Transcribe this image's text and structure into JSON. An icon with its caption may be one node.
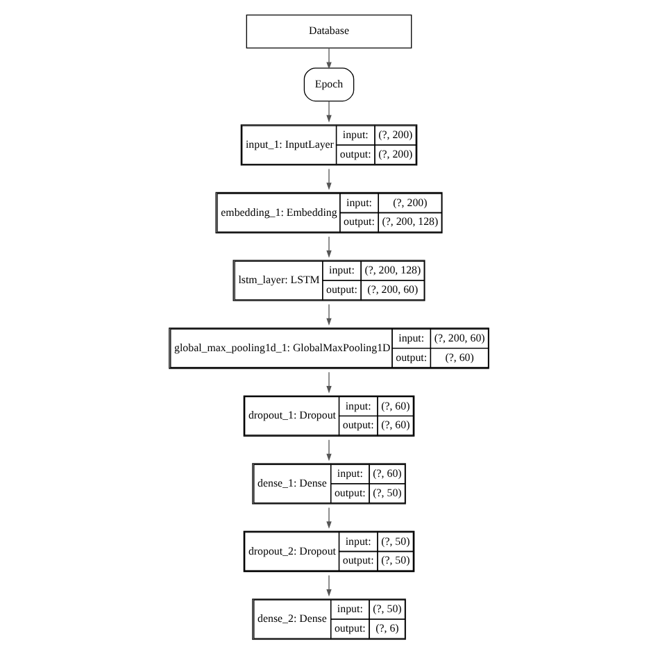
{
  "diagram": {
    "nodes": [
      {
        "text": [
          "Database"
        ]
      },
      {
        "text": [
          "Epoch"
        ]
      },
      {
        "text": [
          "input_1: InputLayer",
          "input:",
          "(?, 200)",
          "output:",
          "(?, 200)"
        ]
      },
      {
        "text": [
          "embedding_1: Embedding",
          "input:",
          "(?, 200)",
          "output:",
          "(?, 200, 128)"
        ]
      },
      {
        "text": [
          "lstm_layer: LSTM",
          "input:",
          "(?, 200, 128)",
          "output:",
          "(?, 200, 60)"
        ]
      },
      {
        "text": [
          "global_max_pooling1d_1: GlobalMaxPooling1D",
          "input:",
          "(?, 200, 60)",
          "output:",
          "(?, 60)"
        ]
      },
      {
        "text": [
          "dropout_1: Dropout",
          "input:",
          "(?, 60)",
          "output:",
          "(?, 60)"
        ]
      },
      {
        "text": [
          "dense_1: Dense",
          "input:",
          "(?, 60)",
          "output:",
          "(?, 50)"
        ]
      },
      {
        "text": [
          "dropout_2: Dropout",
          "input:",
          "(?, 50)",
          "output:",
          "(?, 50)"
        ]
      },
      {
        "text": [
          "dense_2: Dense",
          "input:",
          "(?, 50)",
          "output:",
          "(?, 6)"
        ]
      }
    ],
    "edges": [
      {
        "from": 0,
        "to": 1,
        "arrow": "to"
      },
      {
        "from": 1,
        "to": 2,
        "arrow": "to"
      },
      {
        "from": 2,
        "to": 3,
        "arrow": "to"
      },
      {
        "from": 3,
        "to": 4,
        "arrow": "to"
      },
      {
        "from": 4,
        "to": 5,
        "arrow": "to"
      },
      {
        "from": 5,
        "to": 6,
        "arrow": "to"
      },
      {
        "from": 6,
        "to": 7,
        "arrow": "to"
      },
      {
        "from": 7,
        "to": 8,
        "arrow": "to"
      },
      {
        "from": 8,
        "to": 9,
        "arrow": "to"
      }
    ]
  }
}
